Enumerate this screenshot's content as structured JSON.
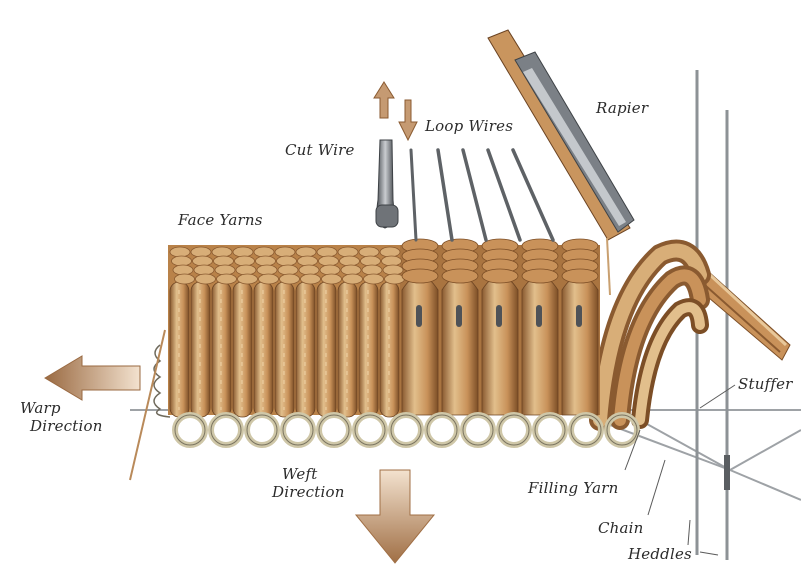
{
  "labels": {
    "cut_wire": "Cut Wire",
    "loop_wires": "Loop Wires",
    "rapier": "Rapier",
    "face_yarns": "Face Yarns",
    "warp_line1": "Warp",
    "warp_line2": "Direction",
    "weft_line1": "Weft",
    "weft_line2": "Direction",
    "stuffer": "Stuffer",
    "filling_yarn": "Filling Yarn",
    "chain": "Chain",
    "heddles": "Heddles"
  },
  "colors": {
    "yarn_light": "#e2bf8c",
    "yarn_mid": "#c9925a",
    "yarn_dark": "#8a5a30",
    "wire": "#6f7378",
    "arrow": "#c59a72",
    "filling": "#f2e8c6"
  }
}
